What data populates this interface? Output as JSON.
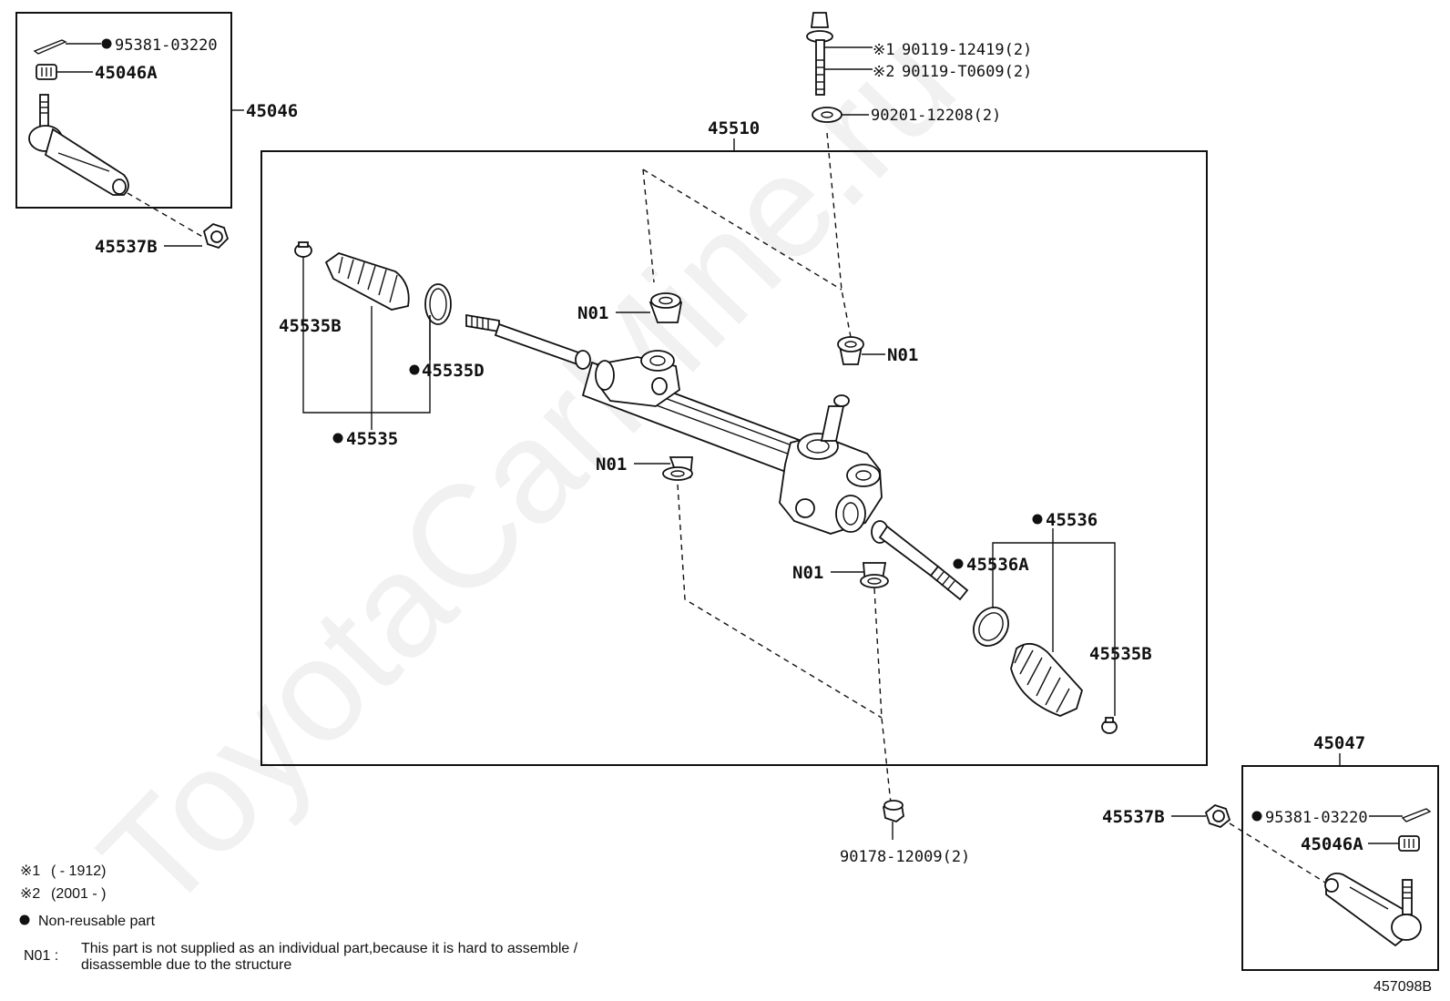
{
  "watermark": "ToyotaCarMine.ru",
  "figure_code": "457098B",
  "groups": {
    "tie_rod_end_lh": "45046",
    "tie_rod_end_rh": "45047",
    "gear_assembly": "45510"
  },
  "labels": {
    "cotter_pin_lh": "95381-03220",
    "nut_lh": "45046A",
    "lock_nut_lh": "45537B",
    "clip_lh": "45535B",
    "clamp_lh": "45535D",
    "boot_kit_lh": "45535",
    "n01_a": "N01",
    "n01_b": "N01",
    "n01_c": "N01",
    "n01_d": "N01",
    "bolt_1": "90119-12419(2)",
    "bolt_2": "90119-T0609(2)",
    "washer": "90201-12208(2)",
    "nut_bottom": "90178-12009(2)",
    "boot_kit_rh": "45536",
    "clamp_rh": "45536A",
    "clip_rh": "45535B",
    "lock_nut_rh": "45537B",
    "cotter_pin_rh": "95381-03220",
    "nut_rh": "45046A"
  },
  "markers": {
    "note1": "※1",
    "note2": "※2"
  },
  "legend": {
    "note1_mark": "※1",
    "note1_range": "(        - 1912)",
    "note2_mark": "※2",
    "note2_range": "(2001  -        )",
    "non_reusable": "Non-reusable part",
    "n01_code": "N01 :",
    "n01_line1": "This part is not supplied as an individual part,because it is hard to assemble /",
    "n01_line2": "disassemble due to the structure"
  }
}
